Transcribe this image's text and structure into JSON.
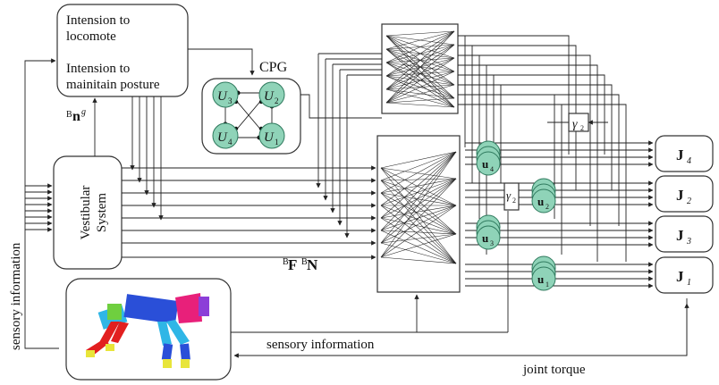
{
  "labels": {
    "intention_locomote": [
      "Intension to",
      "locomote"
    ],
    "intention_posture": [
      "Intension to",
      "mainitain posture"
    ],
    "cpg": "CPG",
    "vestibular": [
      "Vestibular",
      "System"
    ],
    "ng_sup": "B",
    "ng_main": "n",
    "ng_exp": "g",
    "fn_sup1": "B",
    "fn_f": "F",
    "fn_sup2": "B",
    "fn_n": "N",
    "sensory_left": "sensory information",
    "sensory_bottom": "sensory information",
    "joint_torque": "joint torque"
  },
  "cpg_units": [
    {
      "letter": "U",
      "sub": "3"
    },
    {
      "letter": "U",
      "sub": "2"
    },
    {
      "letter": "U",
      "sub": "4"
    },
    {
      "letter": "U",
      "sub": "1"
    }
  ],
  "motor_units": [
    {
      "letter": "u",
      "sub": "4"
    },
    {
      "letter": "u",
      "sub": "2"
    },
    {
      "letter": "u",
      "sub": "3"
    },
    {
      "letter": "u",
      "sub": "1"
    }
  ],
  "joints": [
    {
      "letter": "J",
      "sub": "4"
    },
    {
      "letter": "J",
      "sub": "2"
    },
    {
      "letter": "J",
      "sub": "3"
    },
    {
      "letter": "J",
      "sub": "1"
    }
  ],
  "gains": [
    {
      "letter": "γ",
      "sub": "2"
    },
    {
      "letter": "γ",
      "sub": "2"
    }
  ],
  "colors": {
    "neuron_fill": "#8fd3b8",
    "neuron_stroke": "#2f7a5e",
    "robot_body": "#2a4fd8",
    "robot_head": "#e8207a",
    "robot_leg_front": "#2fb6e6",
    "robot_leg_back": "#e21f1f",
    "robot_hip": "#6fcf3f",
    "robot_feet": "#e8e53a"
  }
}
